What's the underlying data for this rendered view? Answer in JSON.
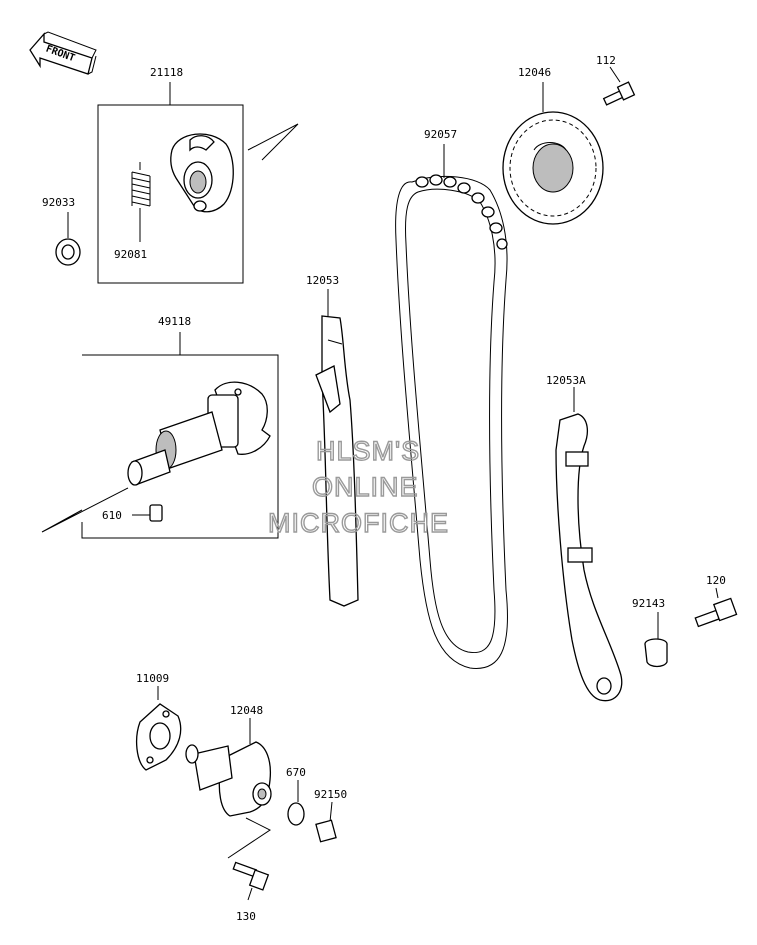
{
  "front_arrow": {
    "label": "FRONT"
  },
  "parts": [
    {
      "key": "p21118",
      "number": "21118"
    },
    {
      "key": "p92033",
      "number": "92033"
    },
    {
      "key": "p92081",
      "number": "92081"
    },
    {
      "key": "p49118",
      "number": "49118"
    },
    {
      "key": "p610",
      "number": "610"
    },
    {
      "key": "p12053",
      "number": "12053"
    },
    {
      "key": "p92057",
      "number": "92057"
    },
    {
      "key": "p12046",
      "number": "12046"
    },
    {
      "key": "p112",
      "number": "112"
    },
    {
      "key": "p12053A",
      "number": "12053A"
    },
    {
      "key": "p120",
      "number": "120"
    },
    {
      "key": "p92143",
      "number": "92143"
    },
    {
      "key": "p11009",
      "number": "11009"
    },
    {
      "key": "p12048",
      "number": "12048"
    },
    {
      "key": "p670",
      "number": "670"
    },
    {
      "key": "p92150",
      "number": "92150"
    },
    {
      "key": "p130",
      "number": "130"
    }
  ],
  "watermark": {
    "line1": "HLSM'S",
    "line2": "ONLINE",
    "line3": "MICROFICHE"
  },
  "icons": [
    "front-arrow-icon",
    "spring-icon",
    "sprocket-icon",
    "bolt-icon"
  ]
}
